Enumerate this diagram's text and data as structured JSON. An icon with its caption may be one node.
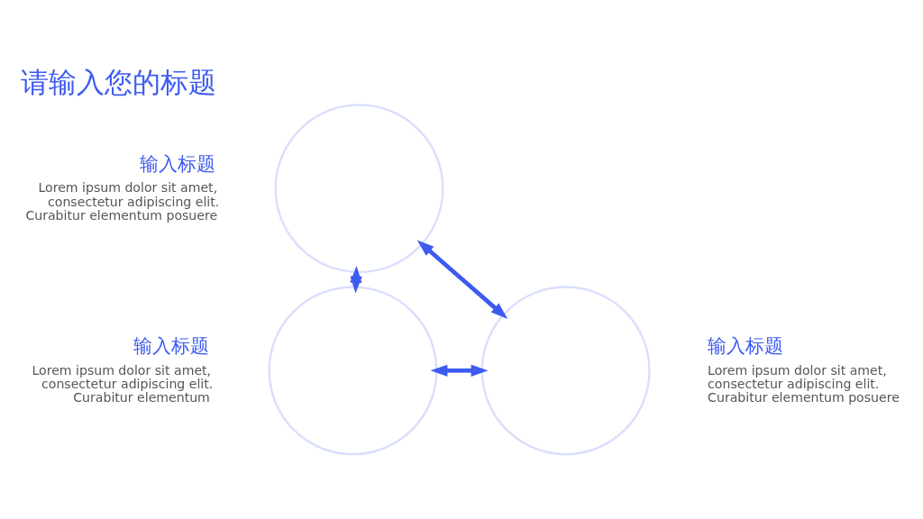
{
  "diagram": {
    "title": "请输入您的标题",
    "nodes": [
      {
        "text": [],
        "shape": "circle",
        "beside": [
          "输入标题",
          "Lorem ipsum dolor sit amet, consectetur adipiscing elit. Curabitur elementum posuere"
        ]
      },
      {
        "text": [],
        "shape": "circle",
        "beside": [
          "输入标题",
          "Lorem ipsum dolor sit amet, consectetur adipiscing elit. Curabitur elementum"
        ]
      },
      {
        "text": [],
        "shape": "circle",
        "beside": [
          "输入标题",
          "Lorem ipsum dolor sit amet, consectetur adipiscing elit. Curabitur elementum posuere"
        ]
      }
    ],
    "edges": [
      {
        "from": 1,
        "to": 0,
        "arrow": "both"
      },
      {
        "from": 0,
        "to": 2,
        "arrow": "both"
      },
      {
        "from": 1,
        "to": 2,
        "arrow": "both"
      }
    ]
  }
}
